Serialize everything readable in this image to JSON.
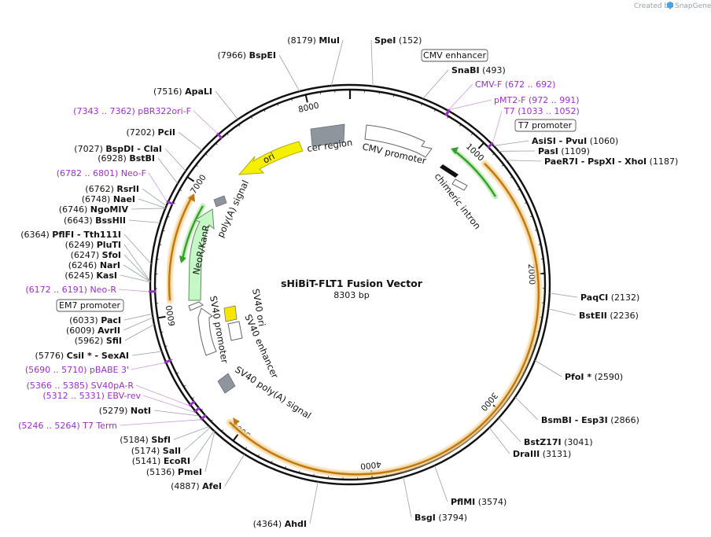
{
  "credit": {
    "prefix": "Created by",
    "brand": "SnapGene"
  },
  "plasmid": {
    "name": "sHiBiT-FLT1 Fusion Vector",
    "size_label": "8303 bp",
    "length": 8303
  },
  "ticks": [
    "1000",
    "2000",
    "3000",
    "4000",
    "5000",
    "6000",
    "7000",
    "8000"
  ],
  "sites": [
    {
      "name": "MluI",
      "pos": "8179",
      "star": ""
    },
    {
      "name": "SpeI",
      "pos": "152",
      "star": ""
    },
    {
      "name": "SnaBI",
      "pos": "493",
      "star": ""
    },
    {
      "name": "AsiSI",
      "pos": "1060",
      "star": "",
      "name2": "PvuI"
    },
    {
      "name": "PasI",
      "pos": "1109",
      "star": ""
    },
    {
      "name": "PaeR7I",
      "pos": "1187",
      "star": "",
      "name2": "PspXI",
      "name3": "XhoI"
    },
    {
      "name": "PaqCI",
      "pos": "2132",
      "star": ""
    },
    {
      "name": "BstEII",
      "pos": "2236",
      "star": ""
    },
    {
      "name": "PfoI",
      "pos": "2590",
      "star": "*"
    },
    {
      "name": "BsmBI",
      "pos": "2866",
      "star": "",
      "name2": "Esp3I"
    },
    {
      "name": "BstZ17I",
      "pos": "3041",
      "star": ""
    },
    {
      "name": "DraIII",
      "pos": "3131",
      "star": ""
    },
    {
      "name": "PflMI",
      "pos": "3574",
      "star": ""
    },
    {
      "name": "BsgI",
      "pos": "3794",
      "star": ""
    },
    {
      "name": "AhdI",
      "pos": "4364",
      "star": ""
    },
    {
      "name": "AfeI",
      "pos": "4887",
      "star": ""
    },
    {
      "name": "PmeI",
      "pos": "5136",
      "star": ""
    },
    {
      "name": "EcoRI",
      "pos": "5141",
      "star": ""
    },
    {
      "name": "SalI",
      "pos": "5174",
      "star": ""
    },
    {
      "name": "SbfI",
      "pos": "5184",
      "star": ""
    },
    {
      "name": "NotI",
      "pos": "5279",
      "star": ""
    },
    {
      "name": "SfiI",
      "pos": "5962",
      "star": ""
    },
    {
      "name": "AvrII",
      "pos": "6009",
      "star": ""
    },
    {
      "name": "PacI",
      "pos": "6033",
      "star": ""
    },
    {
      "name": "CsiI",
      "pos": "5776",
      "star": "*",
      "name2": "SexAI"
    },
    {
      "name": "KasI",
      "pos": "6245",
      "star": ""
    },
    {
      "name": "NarI",
      "pos": "6246",
      "star": ""
    },
    {
      "name": "SfoI",
      "pos": "6247",
      "star": ""
    },
    {
      "name": "PluTI",
      "pos": "6249",
      "star": ""
    },
    {
      "name": "PflFI",
      "pos": "6364",
      "star": "",
      "name2": "Tth111I"
    },
    {
      "name": "BssHII",
      "pos": "6643",
      "star": ""
    },
    {
      "name": "NgoMIV",
      "pos": "6746",
      "star": ""
    },
    {
      "name": "NaeI",
      "pos": "6748",
      "star": ""
    },
    {
      "name": "RsrII",
      "pos": "6762",
      "star": ""
    },
    {
      "name": "BstBI",
      "pos": "6928",
      "star": ""
    },
    {
      "name": "BspDI",
      "pos": "7027",
      "star": "",
      "name2": "ClaI"
    },
    {
      "name": "PciI",
      "pos": "7202",
      "star": ""
    },
    {
      "name": "ApaLI",
      "pos": "7516",
      "star": ""
    },
    {
      "name": "BspEI",
      "pos": "7966",
      "star": ""
    }
  ],
  "primers": [
    {
      "name": "CMV-F",
      "range": "672 .. 692"
    },
    {
      "name": "pMT2-F",
      "range": "972 .. 991"
    },
    {
      "name": "T7",
      "range": "1033 .. 1052"
    },
    {
      "name": "pBR322ori-F",
      "range": "7343 .. 7362"
    },
    {
      "name": "Neo-F",
      "range": "6782 .. 6801"
    },
    {
      "name": "Neo-R",
      "range": "6172 .. 6191"
    },
    {
      "name": "pBABE 3'",
      "range": "5690 .. 5710"
    },
    {
      "name": "SV40pA-R",
      "range": "5366 .. 5385"
    },
    {
      "name": "EBV-rev",
      "range": "5312 .. 5331"
    },
    {
      "name": "T7 Term",
      "range": "5246 .. 5264"
    }
  ],
  "boxed_features": [
    "CMV enhancer",
    "T7 promoter",
    "EM7 promoter"
  ],
  "features": [
    "cer region",
    "CMV promoter",
    "chimeric intron",
    "ori",
    "poly(A) signal",
    "NeoR/KanR",
    "SV40 promoter",
    "SV40 ori",
    "SV40 enhancer",
    "SV40 poly(A) signal"
  ],
  "colors": {
    "backbone": "#111111",
    "primer": "#9b30c8",
    "ori": "#f5ef00",
    "orf_fill": "#f3d59c",
    "orf_line": "#c0780e",
    "green": "#33a02c",
    "neo": "#c6f7c6",
    "gray": "#8e959c",
    "sv40ori": "#f5e700"
  }
}
